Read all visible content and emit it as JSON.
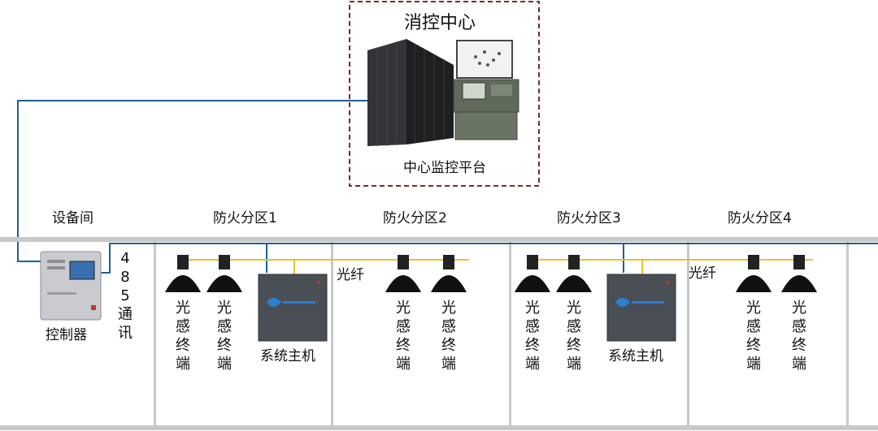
{
  "center": {
    "title": "消控中心",
    "platform_label": "中心监控平台"
  },
  "zones": [
    {
      "label": "设备间"
    },
    {
      "label": "防火分区1"
    },
    {
      "label": "防火分区2"
    },
    {
      "label": "防火分区3"
    },
    {
      "label": "防火分区4"
    }
  ],
  "controller": {
    "label": "控制器",
    "bus_label": "485通讯"
  },
  "fiber_label": "光纤",
  "host_label": "系统主机",
  "terminal_label": "光感终端",
  "colors": {
    "signal_line": "#1f5f99",
    "fiber_line": "#e8c12c",
    "rail": "#c8c8c8",
    "dashed_border": "#7a2a2a",
    "cabinet": "#2b2b2e",
    "console": "#5f6a5a"
  }
}
